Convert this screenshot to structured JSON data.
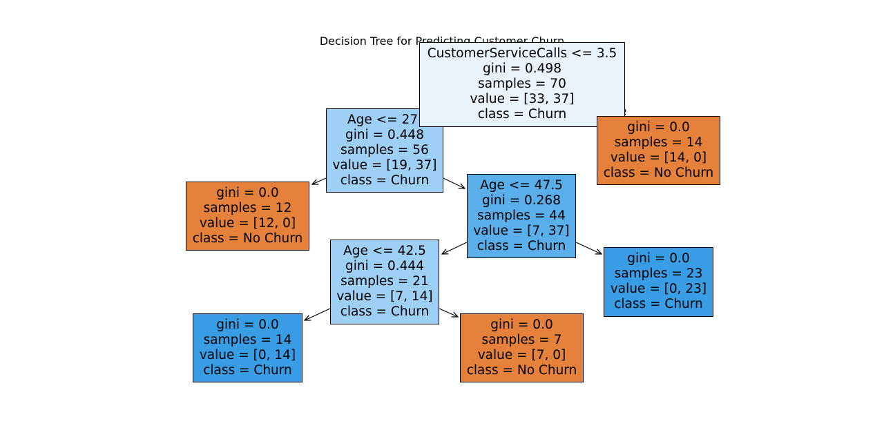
{
  "title": "Decision Tree for Predicting Customer Churn",
  "colors": {
    "churn_light": "#e8f3fc",
    "churn_mid": "#9ecff4",
    "churn_strong": "#5aaeea",
    "churn_full": "#399de5",
    "no_churn": "#e5813a"
  },
  "nodes": [
    {
      "id": "root",
      "lines": [
        "CustomerServiceCalls <= 3.5",
        "gini = 0.498",
        "samples = 70",
        "value = [33, 37]",
        "class = Churn"
      ]
    },
    {
      "id": "n-age-27",
      "lines": [
        "Age <= 27.",
        "gini = 0.448",
        "samples = 56",
        "value = [19, 37]",
        "class = Churn"
      ]
    },
    {
      "id": "n-right-leaf",
      "lines": [
        "gini = 0.0",
        "samples = 14",
        "value = [14, 0]",
        "class = No Churn"
      ]
    },
    {
      "id": "n-leaf-12",
      "lines": [
        "gini = 0.0",
        "samples = 12",
        "value = [12, 0]",
        "class = No Churn"
      ]
    },
    {
      "id": "n-age-47",
      "lines": [
        "Age <= 47.5",
        "gini = 0.268",
        "samples = 44",
        "value = [7, 37]",
        "class = Churn"
      ]
    },
    {
      "id": "n-age-42",
      "lines": [
        "Age <= 42.5",
        "gini = 0.444",
        "samples = 21",
        "value = [7, 14]",
        "class = Churn"
      ]
    },
    {
      "id": "n-leaf-23",
      "lines": [
        "gini = 0.0",
        "samples = 23",
        "value = [0, 23]",
        "class = Churn"
      ]
    },
    {
      "id": "n-leaf-14",
      "lines": [
        "gini = 0.0",
        "samples = 14",
        "value = [0, 14]",
        "class = Churn"
      ]
    },
    {
      "id": "n-leaf-7",
      "lines": [
        "gini = 0.0",
        "samples = 7",
        "value = [7, 0]",
        "class = No Churn"
      ]
    }
  ],
  "partial_label": "e"
}
